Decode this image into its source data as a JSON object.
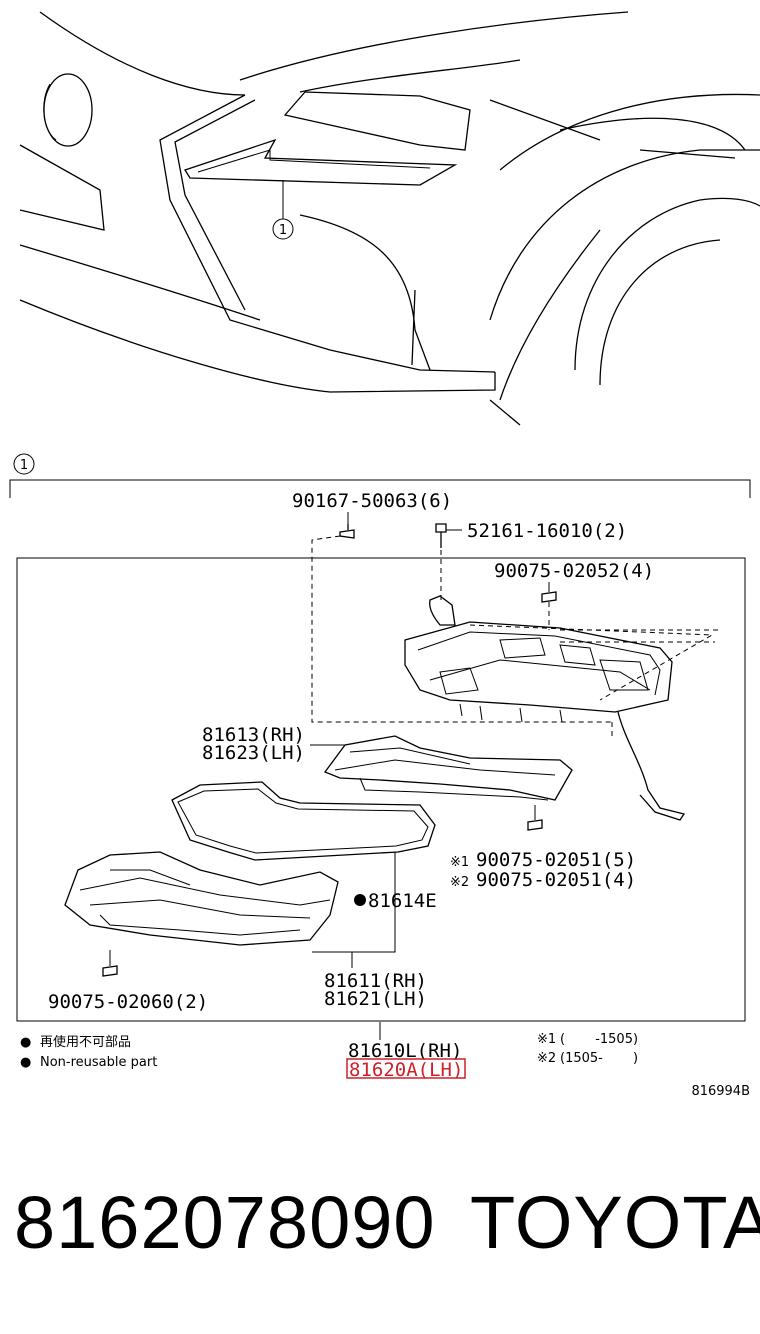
{
  "callout": {
    "marker": "1"
  },
  "section": {
    "marker": "1"
  },
  "labels": {
    "screw_top": "90167-50063(6)",
    "bolt_top": "52161-16010(2)",
    "screw_housing": "90075-02052(4)",
    "lens_rh": "81613(RH)",
    "lens_lh": "81623(LH)",
    "screw_note1": "90075-02051(5)",
    "screw_note2": "90075-02051(4)",
    "gasket": "81614E",
    "unit_rh": "81611(RH)",
    "unit_lh": "81621(LH)",
    "screw_bottom": "90075-02060(2)",
    "assy_rh": "81610L(RH)",
    "assy_lh": "81620A(LH)"
  },
  "notes": {
    "mark1": "※1",
    "mark2": "※2",
    "range1": "(　　 -1505)",
    "range2": "(1505-　　 )"
  },
  "legend": {
    "symbol": "●",
    "jp": "再使用不可部品",
    "en": "Non-reusable part"
  },
  "figure_code": "816994B",
  "part_number": "8162078090",
  "brand": "TOYOTA",
  "colors": {
    "highlight": "#d0202a",
    "line": "#000000"
  }
}
